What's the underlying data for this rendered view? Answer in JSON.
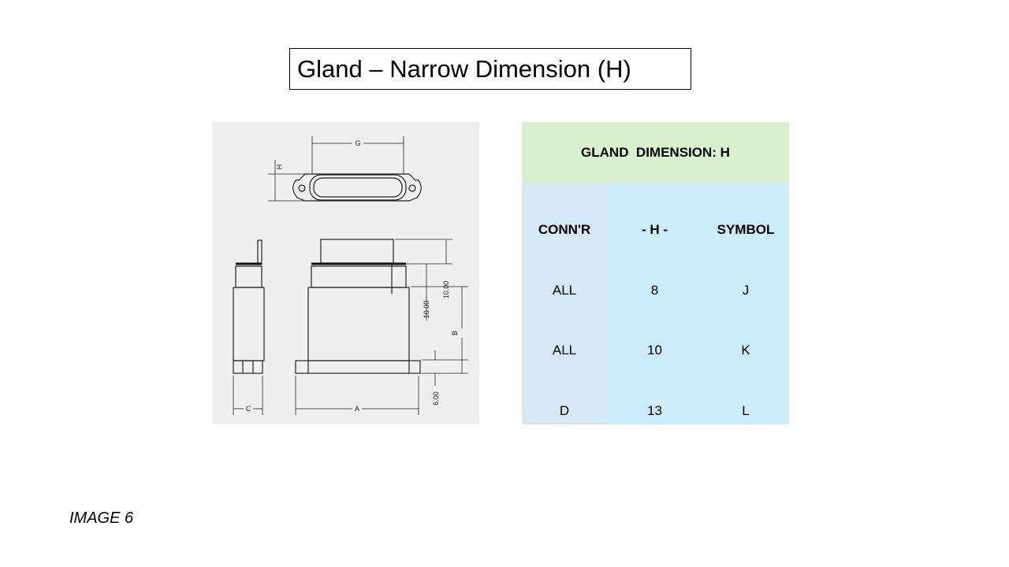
{
  "slide": {
    "title": "Gland – Narrow Dimension (H)",
    "caption": "IMAGE 6"
  },
  "drawing": {
    "labels": {
      "g": "G",
      "h": "H",
      "b": "B",
      "c": "C",
      "a": "A",
      "dim_10a": "10.00",
      "dim_10b": "10.00",
      "dim_6": "6.00"
    }
  },
  "table": {
    "title": "GLAND  DIMENSION: H",
    "headers": [
      "CONN'R",
      "- H -",
      "SYMBOL"
    ],
    "rows": [
      [
        "ALL",
        "8",
        "J"
      ],
      [
        "ALL",
        "10",
        "K"
      ],
      [
        "D",
        "13",
        "L"
      ]
    ]
  },
  "colors": {
    "table_header_bg": "#d9f1cf",
    "col1_bg": "#d6e8f4",
    "col23_bg": "#cbecf8",
    "drawing_bg": "#efefef"
  }
}
